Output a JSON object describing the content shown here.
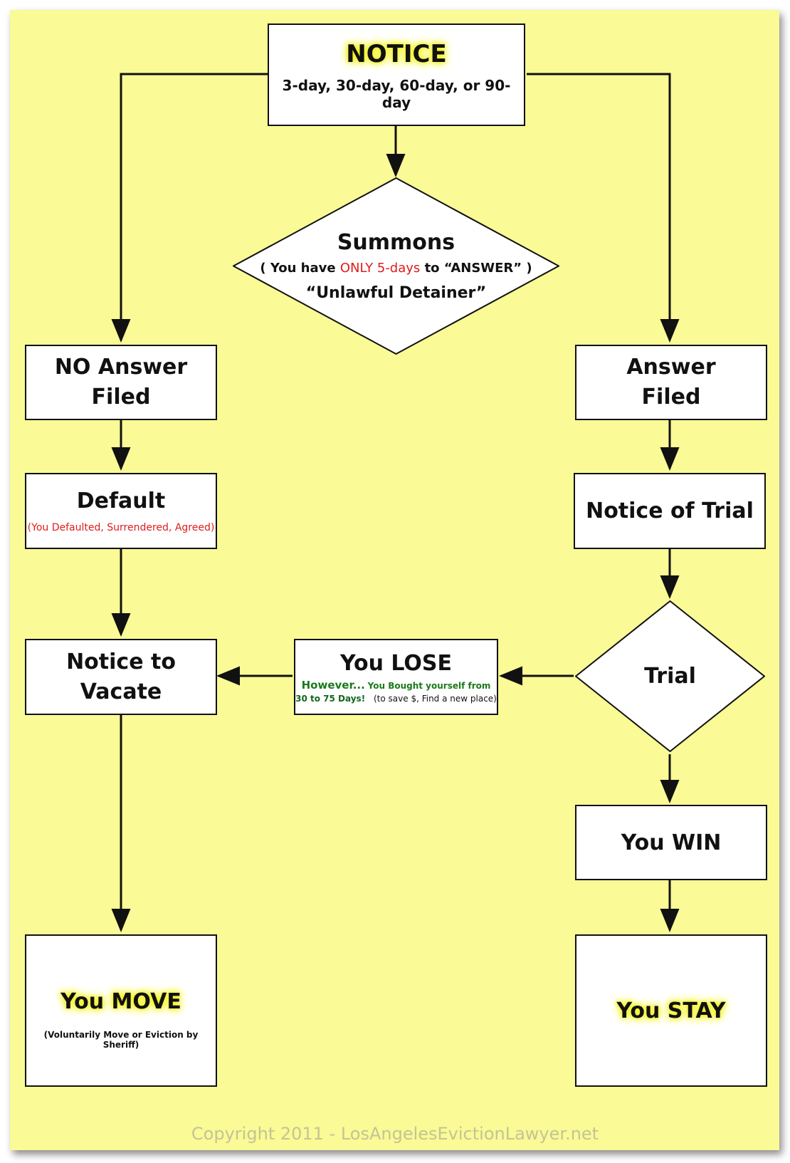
{
  "flowchart": {
    "notice": {
      "title": "NOTICE",
      "subtitle": "3-day, 30-day, 60-day, or 90-day"
    },
    "summons": {
      "title": "Summons",
      "line_prefix": "( You have",
      "line_highlight": "ONLY 5-days",
      "line_suffix": "to “ANSWER” )",
      "detainer": "“Unlawful Detainer”"
    },
    "no_answer": {
      "label": "NO Answer Filed"
    },
    "answer": {
      "label": "Answer Filed"
    },
    "default": {
      "title": "Default",
      "note": "(You Defaulted, Surrendered, Agreed)"
    },
    "notice_of_trial": {
      "label": "Notice of Trial"
    },
    "trial": {
      "label": "Trial"
    },
    "notice_to_vacate": {
      "label": "Notice to Vacate"
    },
    "you_lose": {
      "title": "You LOSE",
      "however": "However...",
      "bought": "You Bought yourself from",
      "days": "30 to 75 Days!",
      "save": "(to save $, Find a new place)"
    },
    "you_win": {
      "label": "You WIN"
    },
    "you_move": {
      "title": "You MOVE",
      "note": "(Voluntarily Move or Eviction by Sheriff)"
    },
    "you_stay": {
      "title": "You STAY"
    },
    "copyright": "Copyright 2011 - LosAngelesEvictionLawyer.net"
  },
  "colors": {
    "background": "#fafa96",
    "highlight": "#f3f31a",
    "red_text": "#e01b1b",
    "green_text": "#1a7a1a",
    "copyright": "#c4c497"
  }
}
